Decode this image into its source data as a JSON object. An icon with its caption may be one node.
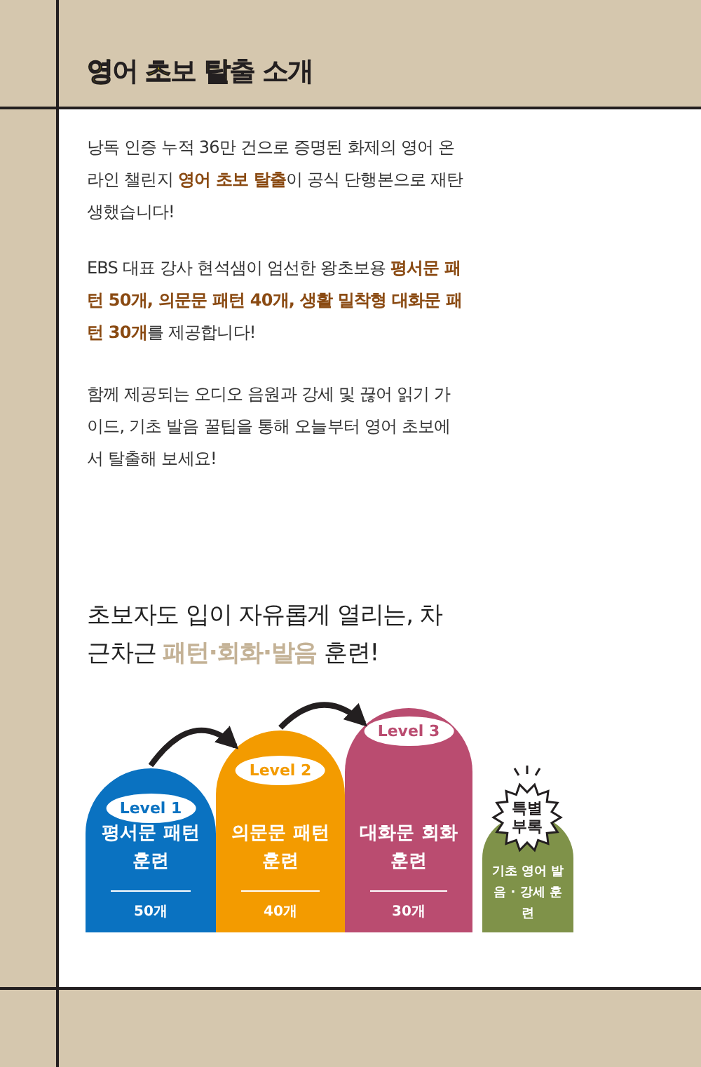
{
  "diagram": {
    "title": "영어 초보 탈출 소개",
    "nodes": [
      {
        "text": [
          "Level 1",
          "평서문 패턴 훈련",
          "50개"
        ]
      },
      {
        "text": [
          "Level 2",
          "의문문 패턴 훈련",
          "40개"
        ]
      },
      {
        "text": [
          "Level 3",
          "대화문 회화 훈련",
          "30개"
        ]
      },
      {
        "text": [
          "특별 부록",
          "기초 영어 발음 · 강세 훈련"
        ]
      }
    ],
    "edges": [
      {
        "from": 0,
        "to": 1,
        "arrow": "to"
      },
      {
        "from": 1,
        "to": 2,
        "arrow": "to"
      }
    ],
    "labels": [
      "낭독 인증 누적 36만 건으로 증명된 화제의 영어 온라인 챌린지 **영어 초보 탈출**이 공식 단행본으로 재탄생했습니다!",
      "EBS 대표 강사 현석샘이 엄선한 왕초보용 **평서문 패턴 50개, 의문문 패턴 40개, 생활 밀착형 대화문 패턴 30개**를 제공합니다!",
      "함께 제공되는 오디오 음원과 강세 및 끊어 읽기 가이드, 기초 발음 꿀팁을 통해 오늘부터 영어 초보에서 탈출해 보세요!",
      "초보자도 입이 자유롭게 열리는, 차근차근 **패턴·회화·발음** 훈련!"
    ]
  }
}
